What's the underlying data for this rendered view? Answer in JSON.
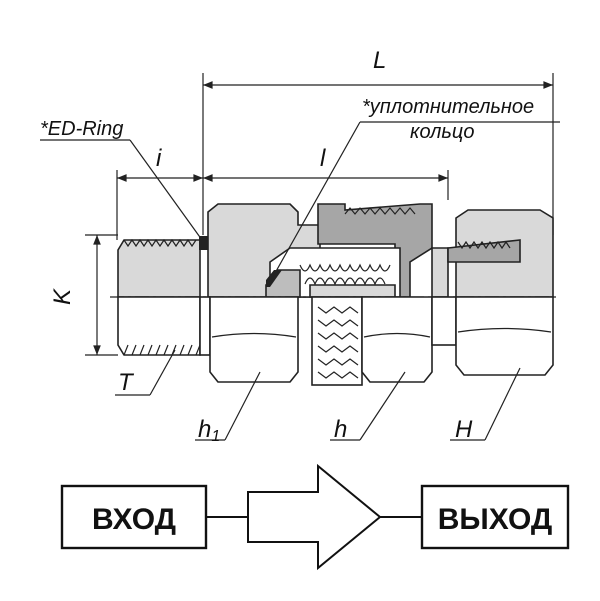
{
  "labels": {
    "L": "L",
    "l": "l",
    "i": "i",
    "K": "K",
    "T": "T",
    "h1_main": "h",
    "h1_sub": "1",
    "h": "h",
    "H": "H",
    "ed_ring": "*ED-Ring",
    "seal_line1": "*уплотнительное",
    "seal_line2": "кольцо"
  },
  "flow": {
    "input": "ВХОД",
    "output": "ВЫХОД"
  },
  "colors": {
    "body_fill": "#d9d9d9",
    "dark_fill": "#a6a6a6",
    "seal": "#222222",
    "line": "#222222"
  }
}
